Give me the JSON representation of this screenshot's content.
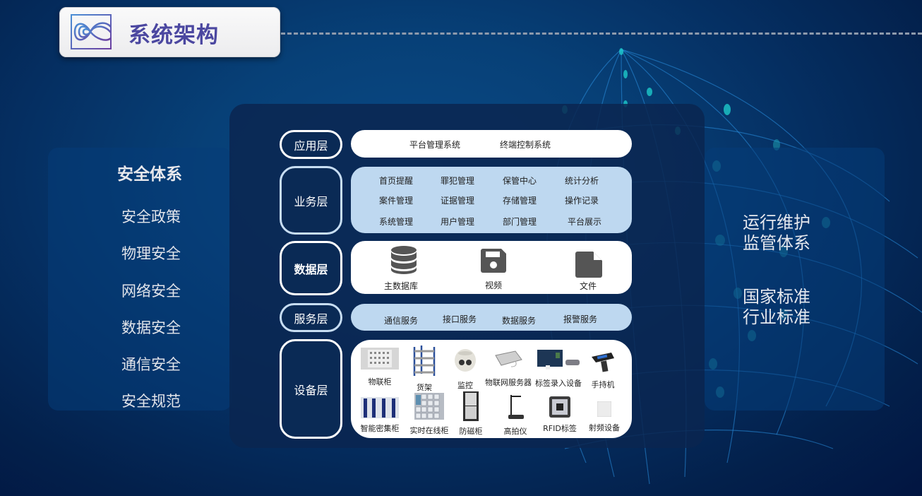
{
  "header": {
    "title": "系统架构",
    "logo_icon": "interlaced-knot-logo"
  },
  "left_panel": {
    "title": "安全体系",
    "items": [
      "安全政策",
      "物理安全",
      "网络安全",
      "数据安全",
      "通信安全",
      "安全规范"
    ]
  },
  "right_panel": {
    "groups": [
      {
        "line1": "运行维护",
        "line2": "监管体系"
      },
      {
        "line1": "国家标准",
        "line2": "行业标准"
      }
    ]
  },
  "layers": {
    "application": {
      "label": "应用层",
      "items": [
        "平台管理系统",
        "终端控制系统"
      ]
    },
    "business": {
      "label": "业务层",
      "items": [
        "首页提醒",
        "罪犯管理",
        "保管中心",
        "统计分析",
        "案件管理",
        "证据管理",
        "存储管理",
        "操作记录",
        "系统管理",
        "用户管理",
        "部门管理",
        "平台展示"
      ]
    },
    "data": {
      "label": "数据层",
      "items": [
        {
          "label": "主数据库",
          "icon": "database-icon"
        },
        {
          "label": "视频",
          "icon": "floppy-disk-icon"
        },
        {
          "label": "文件",
          "icon": "file-icon"
        }
      ]
    },
    "service": {
      "label": "服务层",
      "items": [
        "通信服务",
        "接口服务",
        "数据服务",
        "报警服务"
      ]
    },
    "device": {
      "label": "设备层",
      "items": [
        {
          "label": "物联柜",
          "icon": "iot-cabinet-image"
        },
        {
          "label": "货架",
          "icon": "shelf-image"
        },
        {
          "label": "监控",
          "icon": "camera-image"
        },
        {
          "label": "物联网服务器",
          "icon": "iot-server-image"
        },
        {
          "label": "标签录入设备",
          "icon": "label-printer-image"
        },
        {
          "label": "手持机",
          "icon": "handheld-scanner-image"
        },
        {
          "label": "智能密集柜",
          "icon": "dense-cabinet-image"
        },
        {
          "label": "实时在线柜",
          "icon": "locker-image"
        },
        {
          "label": "防磁柜",
          "icon": "antimagnetic-cabinet-image"
        },
        {
          "label": "高拍仪",
          "icon": "document-camera-image"
        },
        {
          "label": "RFID标签",
          "icon": "rfid-tag-image"
        },
        {
          "label": "射频设备",
          "icon": "rf-antenna-image"
        }
      ]
    }
  },
  "colors": {
    "title_text": "#4b47a0",
    "background_center": "#0a4a86",
    "background_edge": "#021541",
    "light_blue_box": "#bed8f0",
    "icon_gray": "#555555",
    "globe_lines": "#2a8fe0",
    "globe_nodes": "#1fd3d0"
  }
}
